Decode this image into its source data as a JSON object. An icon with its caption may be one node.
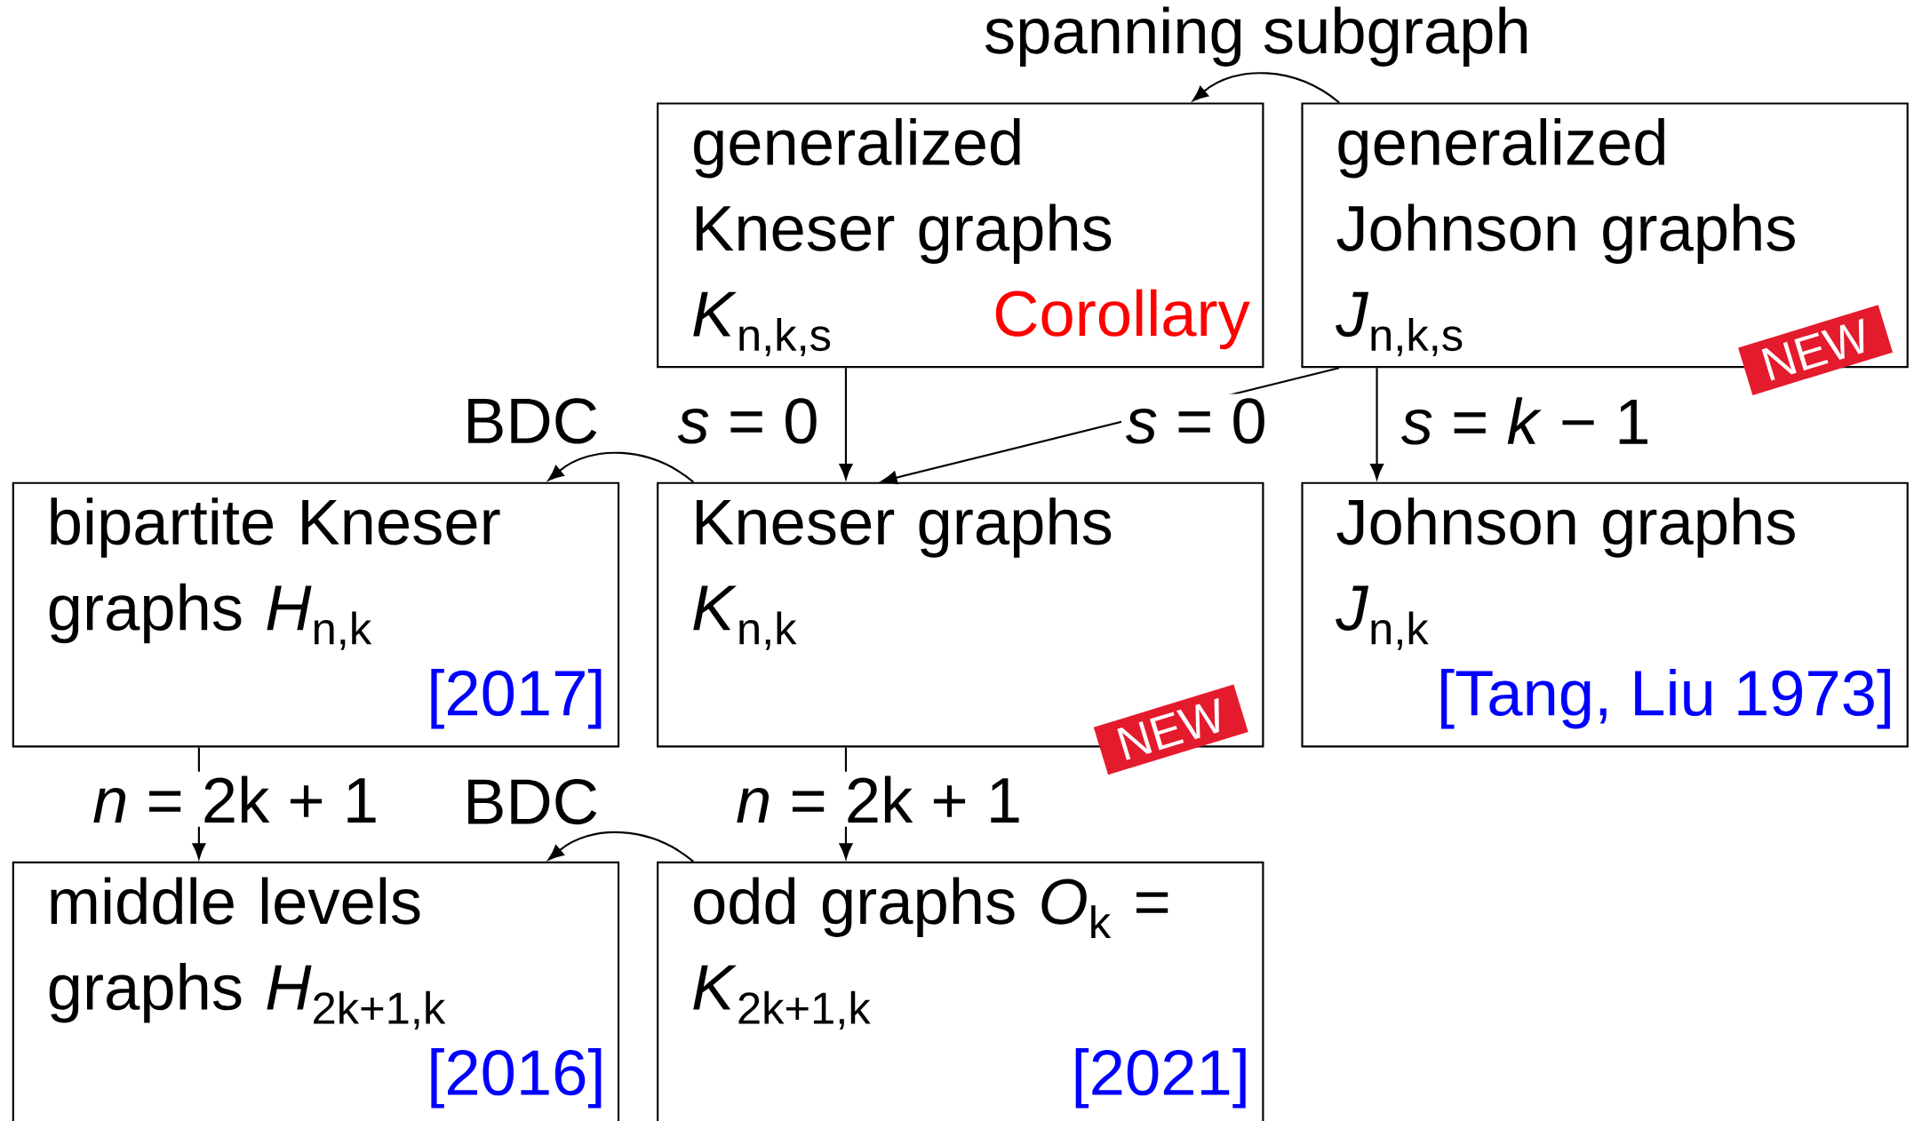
{
  "diagram": {
    "nodes": [
      {
        "text": [
          "generalized Kneser graphs *K*$_{n,k,s}$",
          "Corollary"
        ]
      },
      {
        "text": [
          "generalized Johnson graphs *J*$_{n,k,s}$",
          "NEW"
        ]
      },
      {
        "text": [
          "bipartite Kneser graphs *H*$_{n,k}$",
          "[2017]"
        ]
      },
      {
        "text": [
          "Kneser graphs *K*$_{n,k}$",
          "NEW"
        ]
      },
      {
        "text": [
          "Johnson graphs *J*$_{n,k}$",
          "[Tang, Liu 1973]"
        ]
      },
      {
        "text": [
          "middle levels graphs *H*$_{2k+1,k}$",
          "[2016]"
        ]
      },
      {
        "text": [
          "odd graphs *O*$_{k}$ = *K*$_{2k+1,k}$",
          "[2021]"
        ]
      }
    ],
    "edges": [
      {
        "from": 1,
        "to": 0,
        "arrow": "to",
        "label": "spanning subgraph"
      },
      {
        "from": 0,
        "to": 3,
        "arrow": "to",
        "label": "*s* = 0"
      },
      {
        "from": 1,
        "to": 3,
        "arrow": "to",
        "label": "*s* = 0"
      },
      {
        "from": 1,
        "to": 4,
        "arrow": "to",
        "label": "*s* = *k* − 1"
      },
      {
        "from": 3,
        "to": 2,
        "arrow": "to",
        "label": "BDC"
      },
      {
        "from": 2,
        "to": 5,
        "arrow": "to",
        "label": "*n* = 2k + 1"
      },
      {
        "from": 3,
        "to": 6,
        "arrow": "to",
        "label": "*n* = 2k + 1"
      },
      {
        "from": 6,
        "to": 5,
        "arrow": "to",
        "label": "BDC"
      }
    ]
  }
}
